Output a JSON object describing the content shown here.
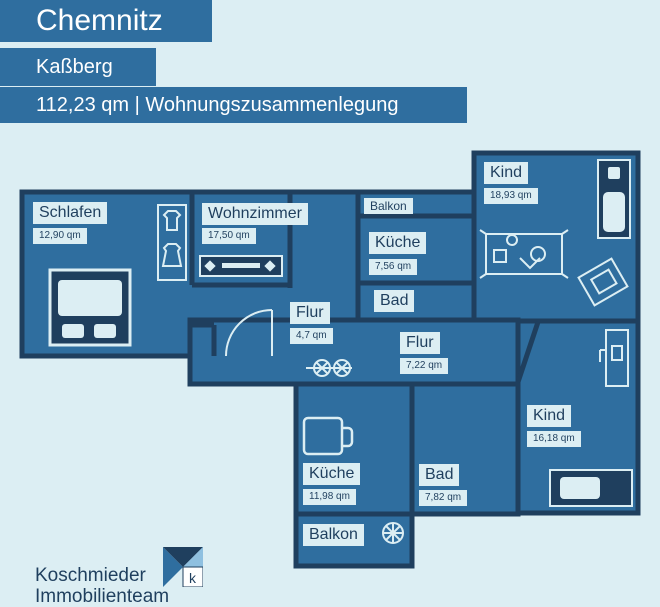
{
  "header": {
    "city": "Chemnitz",
    "district": "Kaßberg",
    "info": "112,23 qm | Wohnungszusammenlegung"
  },
  "rooms": {
    "schlafen": {
      "name": "Schlafen",
      "area": "12,90 qm"
    },
    "wohnzimmer": {
      "name": "Wohnzimmer",
      "area": "17,50 qm"
    },
    "balkon_top": {
      "name": "Balkon"
    },
    "kueche_top": {
      "name": "Küche",
      "area": "7,56 qm"
    },
    "bad_top": {
      "name": "Bad"
    },
    "kind_top": {
      "name": "Kind",
      "area": "18,93 qm"
    },
    "flur_small": {
      "name": "Flur",
      "area": "4,7 qm"
    },
    "flur_main": {
      "name": "Flur",
      "area": "7,22 qm"
    },
    "kind_right": {
      "name": "Kind",
      "area": "16,18 qm"
    },
    "kueche_bottom": {
      "name": "Küche",
      "area": "11,98 qm"
    },
    "bad_bottom": {
      "name": "Bad",
      "area": "7,82 qm"
    },
    "balkon_bottom": {
      "name": "Balkon"
    }
  },
  "brand": {
    "line1": "Koschmieder",
    "line2": "Immobilienteam",
    "logo_letter": "k"
  },
  "colors": {
    "background": "#dceef3",
    "wall": "#1f3f5e",
    "floor": "#2f6e9f",
    "label_bg": "#dceef3"
  }
}
